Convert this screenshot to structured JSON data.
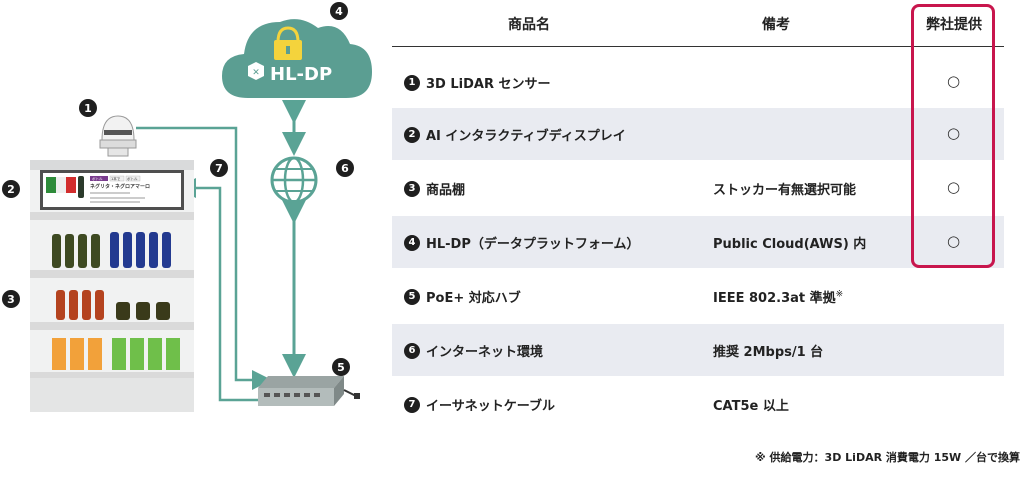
{
  "diagram": {
    "cloud_label": "HL-DP",
    "badges": [
      "1",
      "2",
      "3",
      "4",
      "5",
      "6",
      "7"
    ],
    "shelf_screen": {
      "tag1": "ボトル",
      "tag2": "1本で",
      "tag3": "ボトル",
      "title": "ネグリタ・ネグロアマーロ"
    }
  },
  "table": {
    "headers": {
      "name": "商品名",
      "note": "備考",
      "provided": "弊社提供"
    },
    "rows": [
      {
        "num": "1",
        "name": "3D LiDAR センサー",
        "note": "",
        "sup": "",
        "provided": "○"
      },
      {
        "num": "2",
        "name": "AI インタラクティブディスプレイ",
        "note": "",
        "sup": "",
        "provided": "○"
      },
      {
        "num": "3",
        "name": "商品棚",
        "note": "ストッカー有無選択可能",
        "sup": "",
        "provided": "○"
      },
      {
        "num": "4",
        "name": "HL-DP（データプラットフォーム）",
        "note": "Public Cloud(AWS) 内",
        "sup": "",
        "provided": "○"
      },
      {
        "num": "5",
        "name": "PoE+ 対応ハブ",
        "note": "IEEE 802.3at 準拠",
        "sup": "※",
        "provided": ""
      },
      {
        "num": "6",
        "name": "インターネット環境",
        "note": "推奨 2Mbps/1 台",
        "sup": "",
        "provided": ""
      },
      {
        "num": "7",
        "name": "イーサネットケーブル",
        "note": "CAT5e 以上",
        "sup": "",
        "provided": ""
      }
    ]
  },
  "footnote": "※ 供給電力：3D LiDAR 消費電力 15W ／台で換算",
  "colors": {
    "teal": "#5b9e92",
    "arrow": "#5aa395",
    "highlight": "#c8164d",
    "row_alt": "#e9ebf1"
  }
}
